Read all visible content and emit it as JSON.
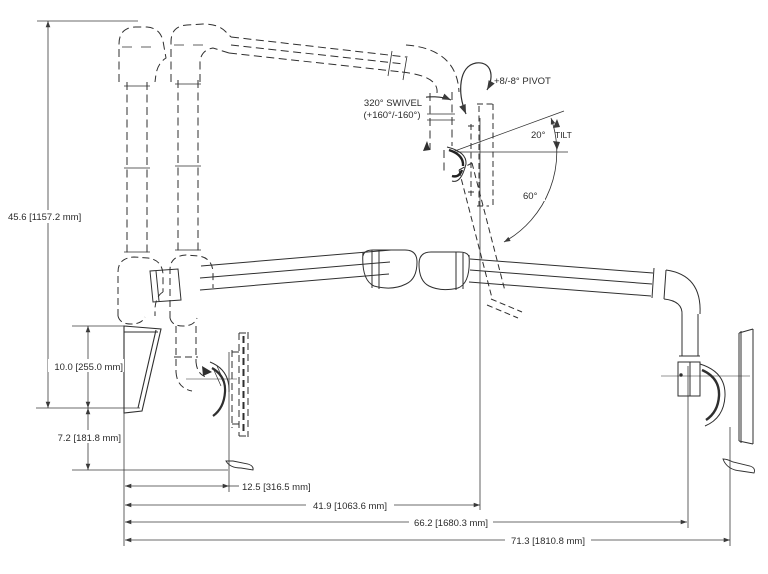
{
  "drawing": {
    "type": "technical-dimension-drawing",
    "subject": "wall-mounted articulating monitor arm shown in raised, extended and lowered positions",
    "colors": {
      "background": "#ffffff",
      "line": "#2f2f2f",
      "dimension_line": "#3a3a3a",
      "text": "#2b2b2b"
    },
    "annotations": {
      "swivel_line1": "320° SWIVEL",
      "swivel_line2": "(+160°/-160°)",
      "pivot": "+8/-8° PIVOT",
      "tilt_angle": "20°",
      "tilt_word": "TILT",
      "down_angle": "60°"
    },
    "dimensions": {
      "total_height": "45.6 [1157.2 mm]",
      "track_height": "10.0 [255.0 mm]",
      "lower_clearance": "7.2 [181.8 mm]",
      "folded_depth": "12.5 [316.5 mm]",
      "mid_reach": "41.9 [1063.6 mm]",
      "extended_reach": "66.2 [1680.3 mm]",
      "total_reach": "71.3 [1810.8 mm]"
    }
  }
}
